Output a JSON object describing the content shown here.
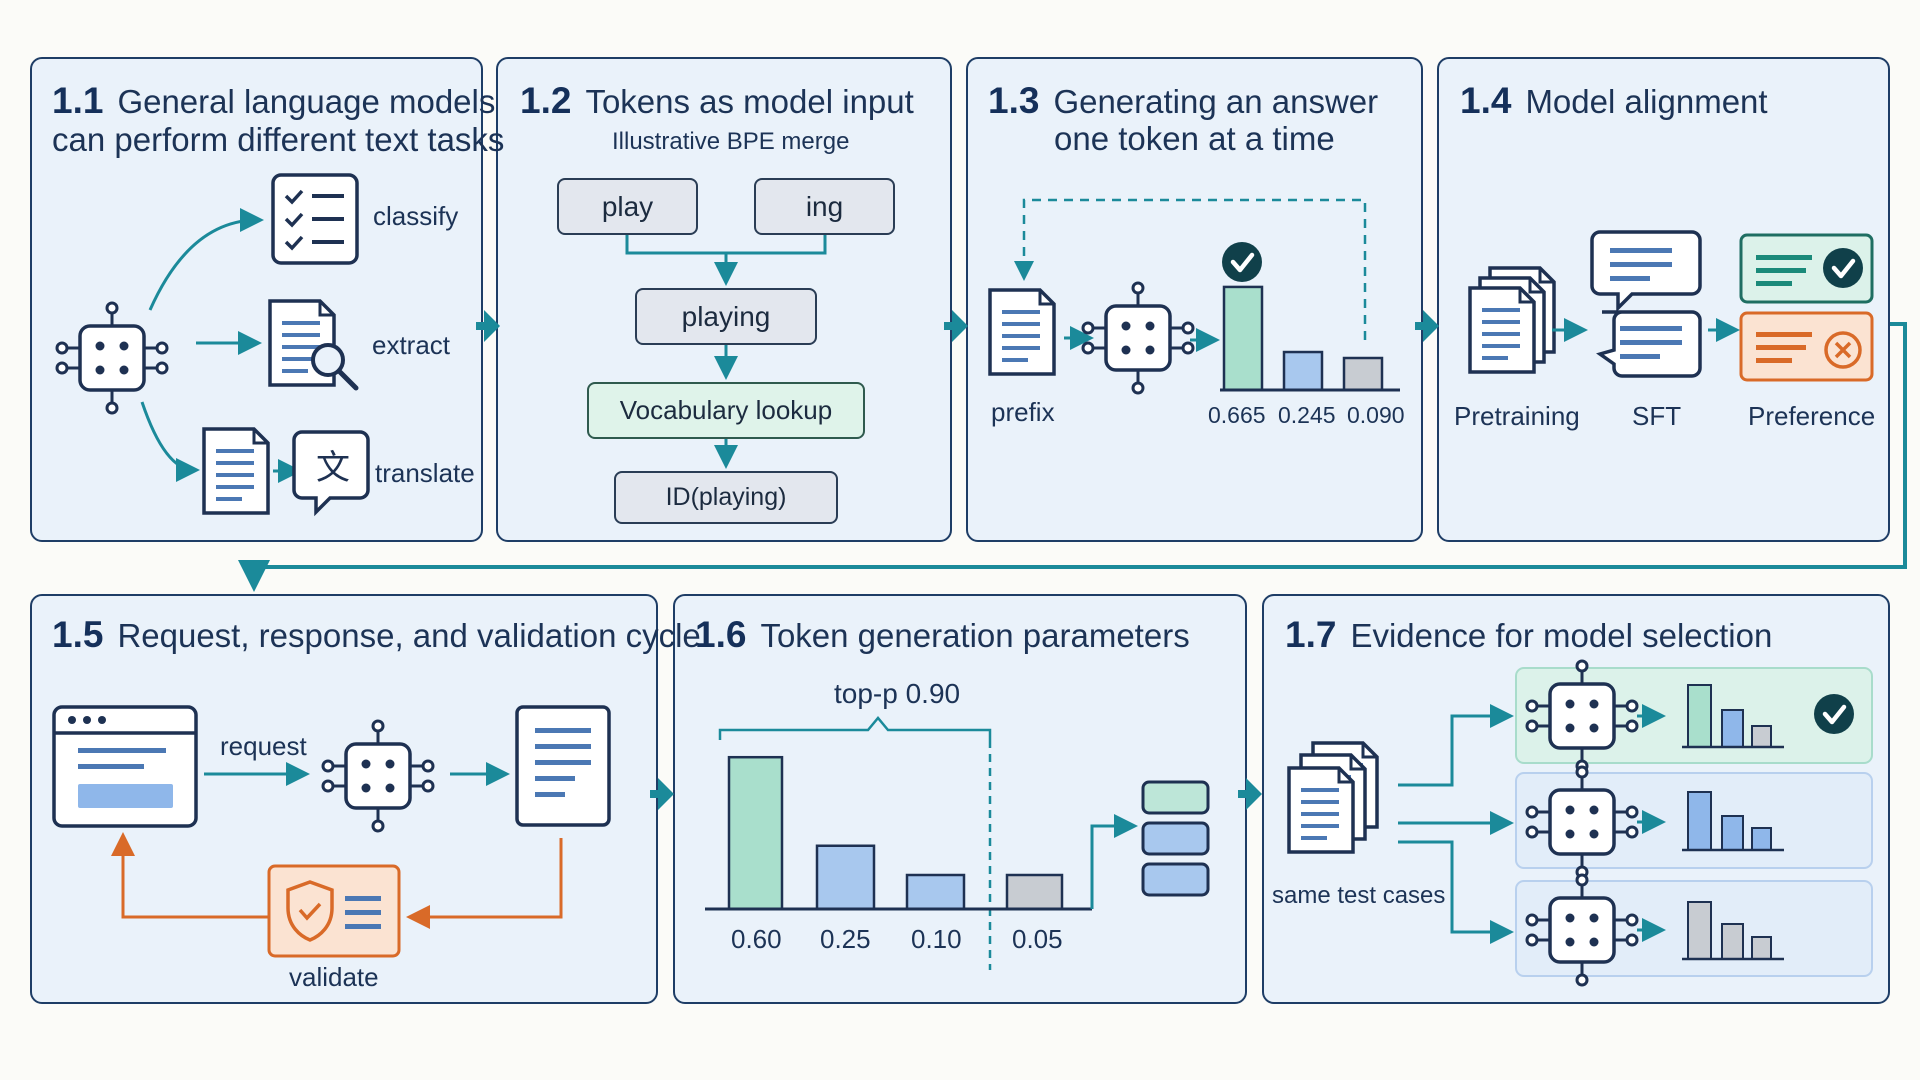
{
  "panels": [
    {
      "id": "1.1",
      "title": "General language models",
      "subtitle": "can perform different text tasks",
      "tasks": [
        "classify",
        "extract",
        "translate"
      ]
    },
    {
      "id": "1.2",
      "title": "Tokens as model input",
      "caption": "Illustrative BPE merge",
      "tokens": [
        "play",
        "ing"
      ],
      "merged": "playing",
      "lookup": "Vocabulary lookup",
      "id_label": "ID(playing)"
    },
    {
      "id": "1.3",
      "title": "Generating an answer",
      "subtitle": "one token at a time",
      "prefix_label": "prefix",
      "probabilities": [
        "0.665",
        "0.245",
        "0.090"
      ]
    },
    {
      "id": "1.4",
      "title": "Model alignment",
      "stages": [
        "Pretraining",
        "SFT",
        "Preference"
      ]
    },
    {
      "id": "1.5",
      "title": "Request, response, and validation cycle",
      "request_label": "request",
      "validate_label": "validate"
    },
    {
      "id": "1.6",
      "title": "Token generation parameters",
      "top_p_label": "top-p 0.90",
      "bar_labels": [
        "0.60",
        "0.25",
        "0.10",
        "0.05"
      ]
    },
    {
      "id": "1.7",
      "title": "Evidence for model selection",
      "test_label": "same test cases"
    }
  ],
  "chart_data": {
    "type": "bar",
    "categories": [
      "0.60",
      "0.25",
      "0.10",
      "0.05"
    ],
    "values": [
      0.6,
      0.25,
      0.1,
      0.05
    ],
    "annotations": [
      "top-p 0.90"
    ]
  },
  "colors": {
    "accent": "#1b8a9a",
    "border": "#1e3d66",
    "orange": "#d96a28",
    "green": "#a9dfcc",
    "blue": "#a8c8ee",
    "gray": "#c8ccd2"
  }
}
